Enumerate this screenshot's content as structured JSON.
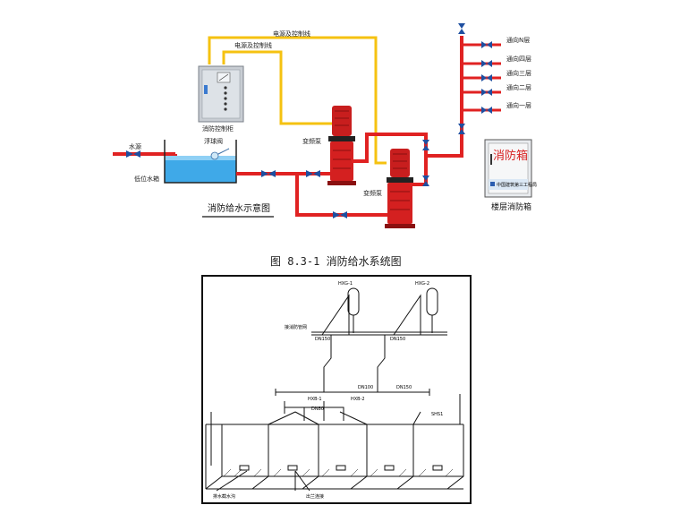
{
  "diagram1": {
    "labels": {
      "power_line_1": "电源及控制线",
      "power_line_2": "电源及控制线",
      "control_cabinet": "消防控制柜",
      "water_source": "水源",
      "float_valve": "浮球阀",
      "tank": "低位水箱",
      "pump_1": "变频泵",
      "pump_2": "变频泵",
      "title": "消防给水示意图",
      "fire_box_text": "消防箱",
      "fire_box_small": "中国建筑第三工程局",
      "fire_box_label": "楼层消防箱"
    },
    "floor_outlets": [
      "通向N层",
      "通向四层",
      "通向三层",
      "通向二层",
      "通向一层"
    ]
  },
  "caption": "图 8.3-1  消防给水系统图",
  "diagram2": {
    "labels": {
      "hxg1": "HXG-1",
      "hxg2": "HXG-2",
      "net": "接消防管网",
      "dn150a": "DN150",
      "dn150b": "DN150",
      "dn100": "DN100",
      "dn150c": "DN150",
      "hxb1": "HXB-1",
      "hxb2": "HXB-2",
      "dn80": "DN80",
      "shs": "SHS1",
      "bottom_left": "排水截水沟",
      "bottom_mid": "出兰连接"
    }
  },
  "colors": {
    "pipe": "#e02222",
    "wire": "#f5c211",
    "water": "#3fa9e8",
    "valve": "#1e4fa0",
    "pump": "#c81e1e"
  }
}
